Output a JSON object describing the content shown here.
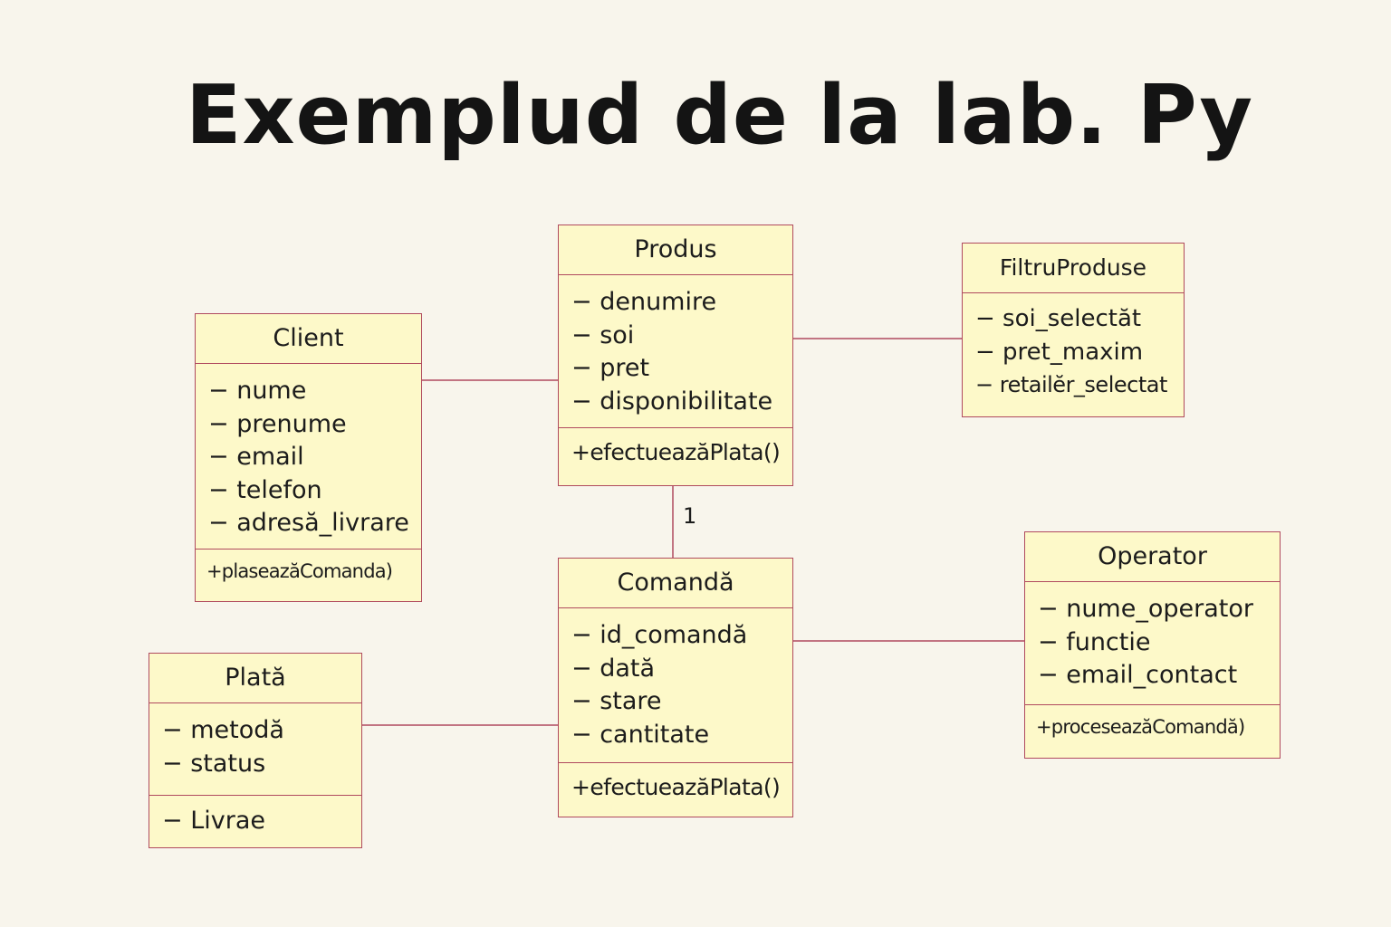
{
  "title": "Exemplud de la lab. Py",
  "multiplicity": "1",
  "colors": {
    "class_fill": "#fdf9c9",
    "border": "#b04a5e",
    "background": "#f8f5ec"
  },
  "classes": {
    "produs": {
      "name": "Produs",
      "attrs": [
        "− denumire",
        "− soi",
        "− pret",
        "− disponibilitate"
      ],
      "ops": [
        "+efectuează​Plata()"
      ]
    },
    "filtru": {
      "name": "FiltruProduse",
      "attrs": [
        "− soi_selectăt",
        "− pret_maxim",
        "− retailĕr_selectat"
      ]
    },
    "client": {
      "name": "Client",
      "attrs": [
        "− nume",
        "− prenume",
        "− email",
        "− telefon",
        "− adresă_livrare"
      ],
      "ops": [
        "+plasează​Comanda)"
      ]
    },
    "comanda": {
      "name": "Comandă",
      "attrs": [
        "− id_comandă",
        "− dată",
        "− stare",
        "− cantitate"
      ],
      "ops": [
        "+efectuează​Plata()"
      ]
    },
    "operator": {
      "name": "Operator",
      "attrs": [
        "− nume_operator",
        "− functie",
        "− email_contact"
      ],
      "ops": [
        "+procesează​Comandă)"
      ]
    },
    "plata": {
      "name": "Plată",
      "attrs": [
        "− metodă",
        "− status"
      ],
      "ops": [
        "− Livrae"
      ]
    }
  }
}
